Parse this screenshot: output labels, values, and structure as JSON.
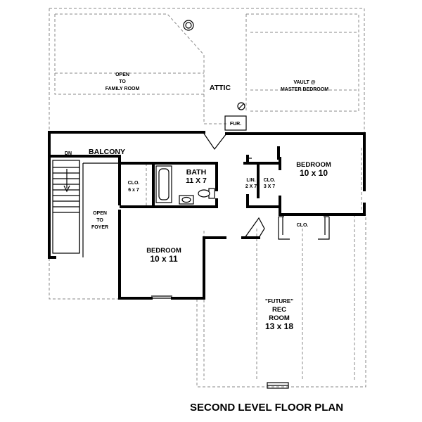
{
  "title": "SECOND LEVEL FLOOR PLAN",
  "labels": {
    "open_family_1": "OPEN",
    "open_family_2": "TO",
    "open_family_3": "FAMILY ROOM",
    "attic": "ATTIC",
    "vault_1": "VAULT @",
    "vault_2": "MASTER BEDROOM",
    "fur": "FUR.",
    "balcony": "BALCONY",
    "dn": "DN",
    "open_foyer_1": "OPEN",
    "open_foyer_2": "TO",
    "open_foyer_3": "FOYER",
    "clo_left_1": "CLO.",
    "clo_left_2": "6 x 7",
    "bath_1": "BATH",
    "bath_2": "11 X 7",
    "lin_1": "LIN.",
    "lin_2": "2 X 7",
    "clo_right_1": "CLO.",
    "clo_right_2": "3 X 7",
    "bedroom_right_1": "BEDROOM",
    "bedroom_right_2": "10 x 10",
    "clo_bottom": "CLO.",
    "bedroom_left_1": "BEDROOM",
    "bedroom_left_2": "10 x 11",
    "future_1": "\"FUTURE\"",
    "future_2": "REC",
    "future_3": "ROOM",
    "future_4": "13 x 18"
  }
}
